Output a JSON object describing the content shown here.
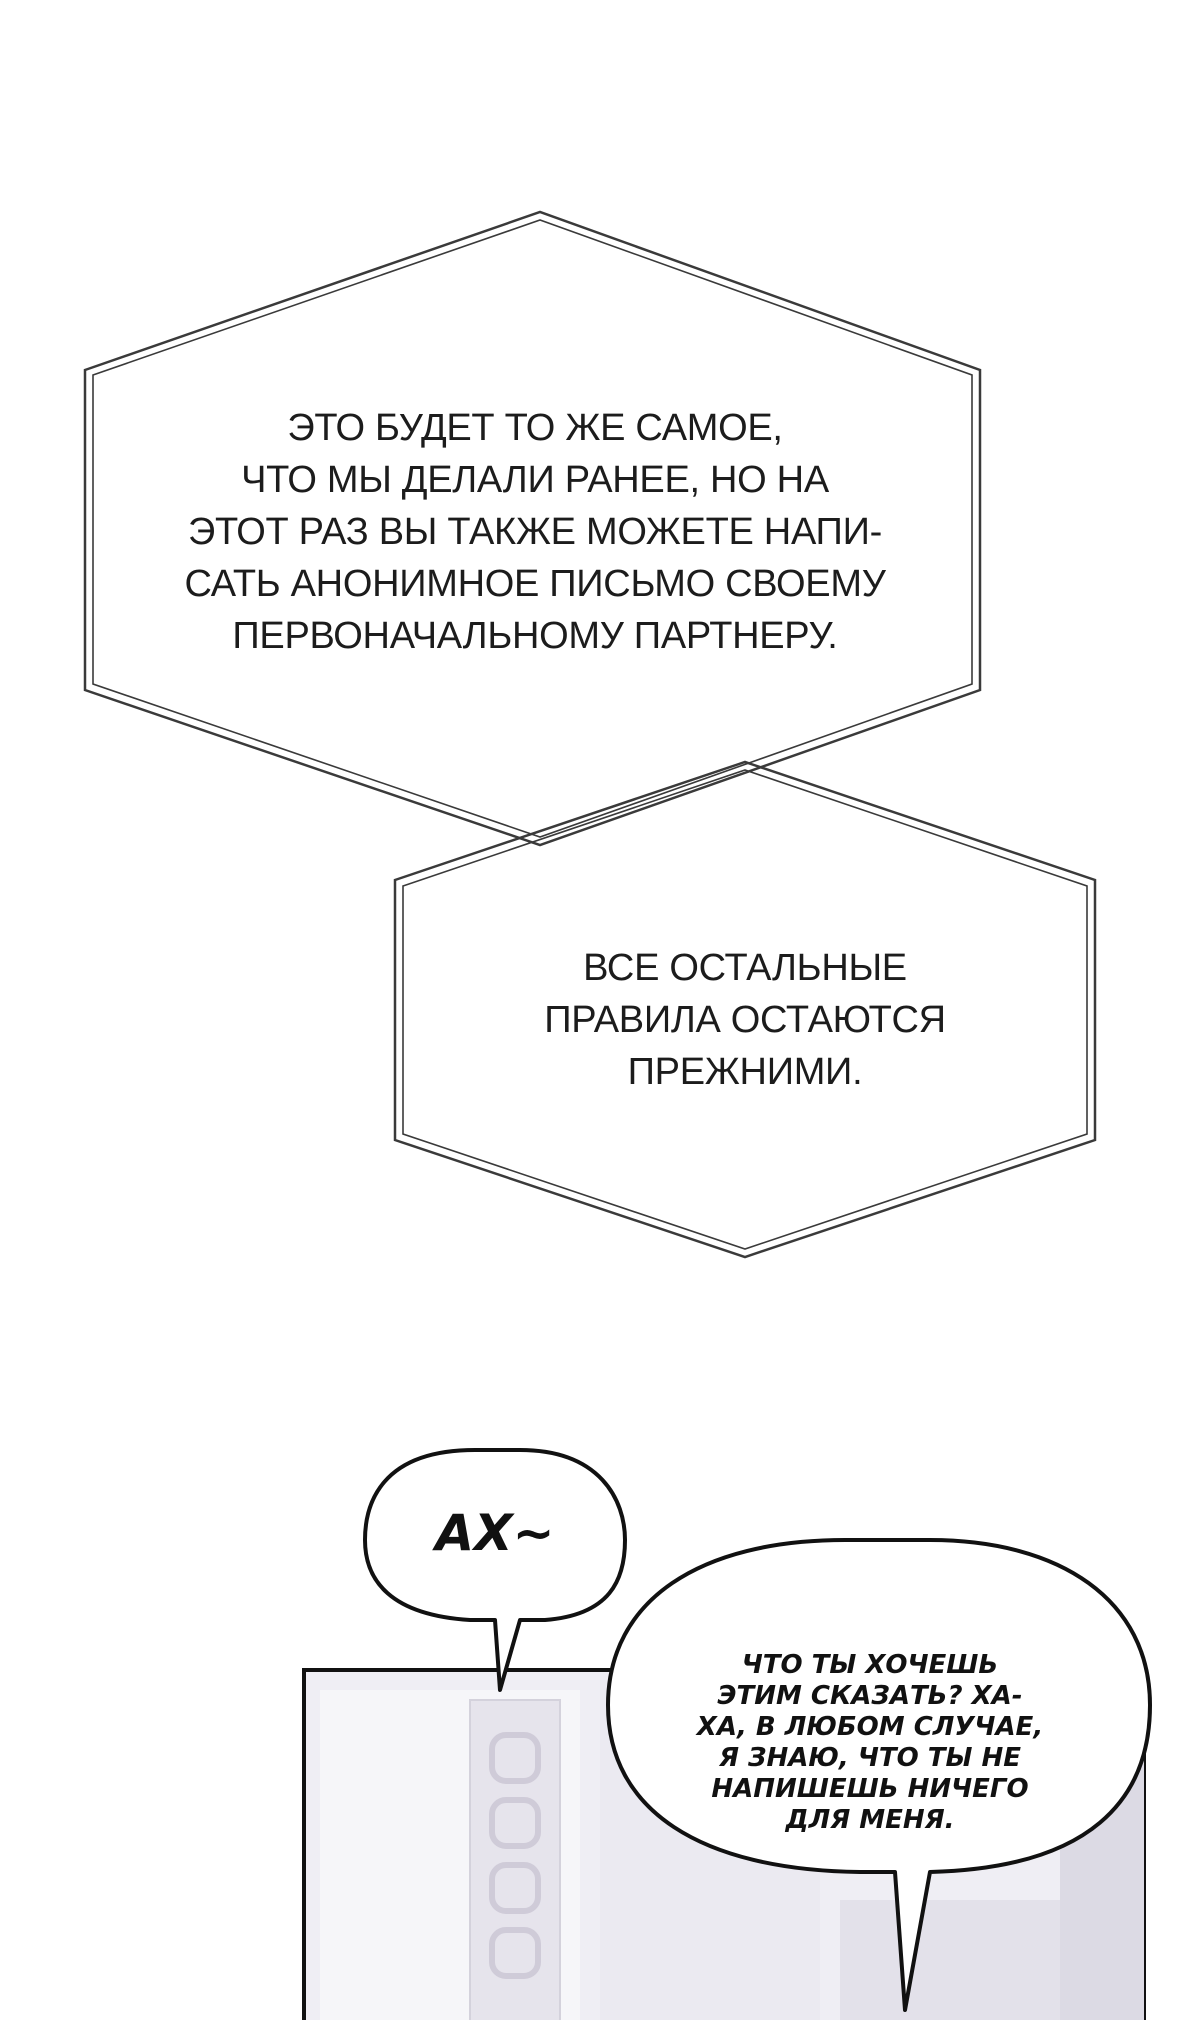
{
  "panels": {
    "narration_box_1": {
      "text": "ЭТО БУДЕТ ТО ЖЕ САМОЕ,\nЧТО МЫ ДЕЛАЛИ РАНЕЕ, НО НА\nЭТОТ РАЗ ВЫ ТАКЖЕ МОЖЕТЕ НАПИ-\nСАТЬ АНОНИМНОЕ ПИСЬМО СВОЕМУ\nПЕРВОНАЧАЛЬНОМУ ПАРТНЕРУ."
    },
    "narration_box_2": {
      "text": "ВСЕ ОСТАЛЬНЫЕ\nПРАВИЛА ОСТАЮТСЯ\nПРЕЖНИМИ."
    },
    "speech_bubble_1": {
      "text": "АХ~"
    },
    "speech_bubble_2": {
      "text": "ЧТО ТЫ ХОЧЕШЬ\nЭТИМ СКАЗАТЬ? ХА-\nХА, В ЛЮБОМ СЛУЧАЕ,\nЯ ЗНАЮ, ЧТО ТЫ НЕ\nНАПИШЕШЬ НИЧЕГО\nДЛЯ МЕНЯ."
    }
  },
  "colors": {
    "background": "#ffffff",
    "frame_line": "#3a3a3a",
    "bubble_fill": "#ffffff",
    "bubble_stroke": "#111111",
    "scene_tint": "#efeef4"
  }
}
